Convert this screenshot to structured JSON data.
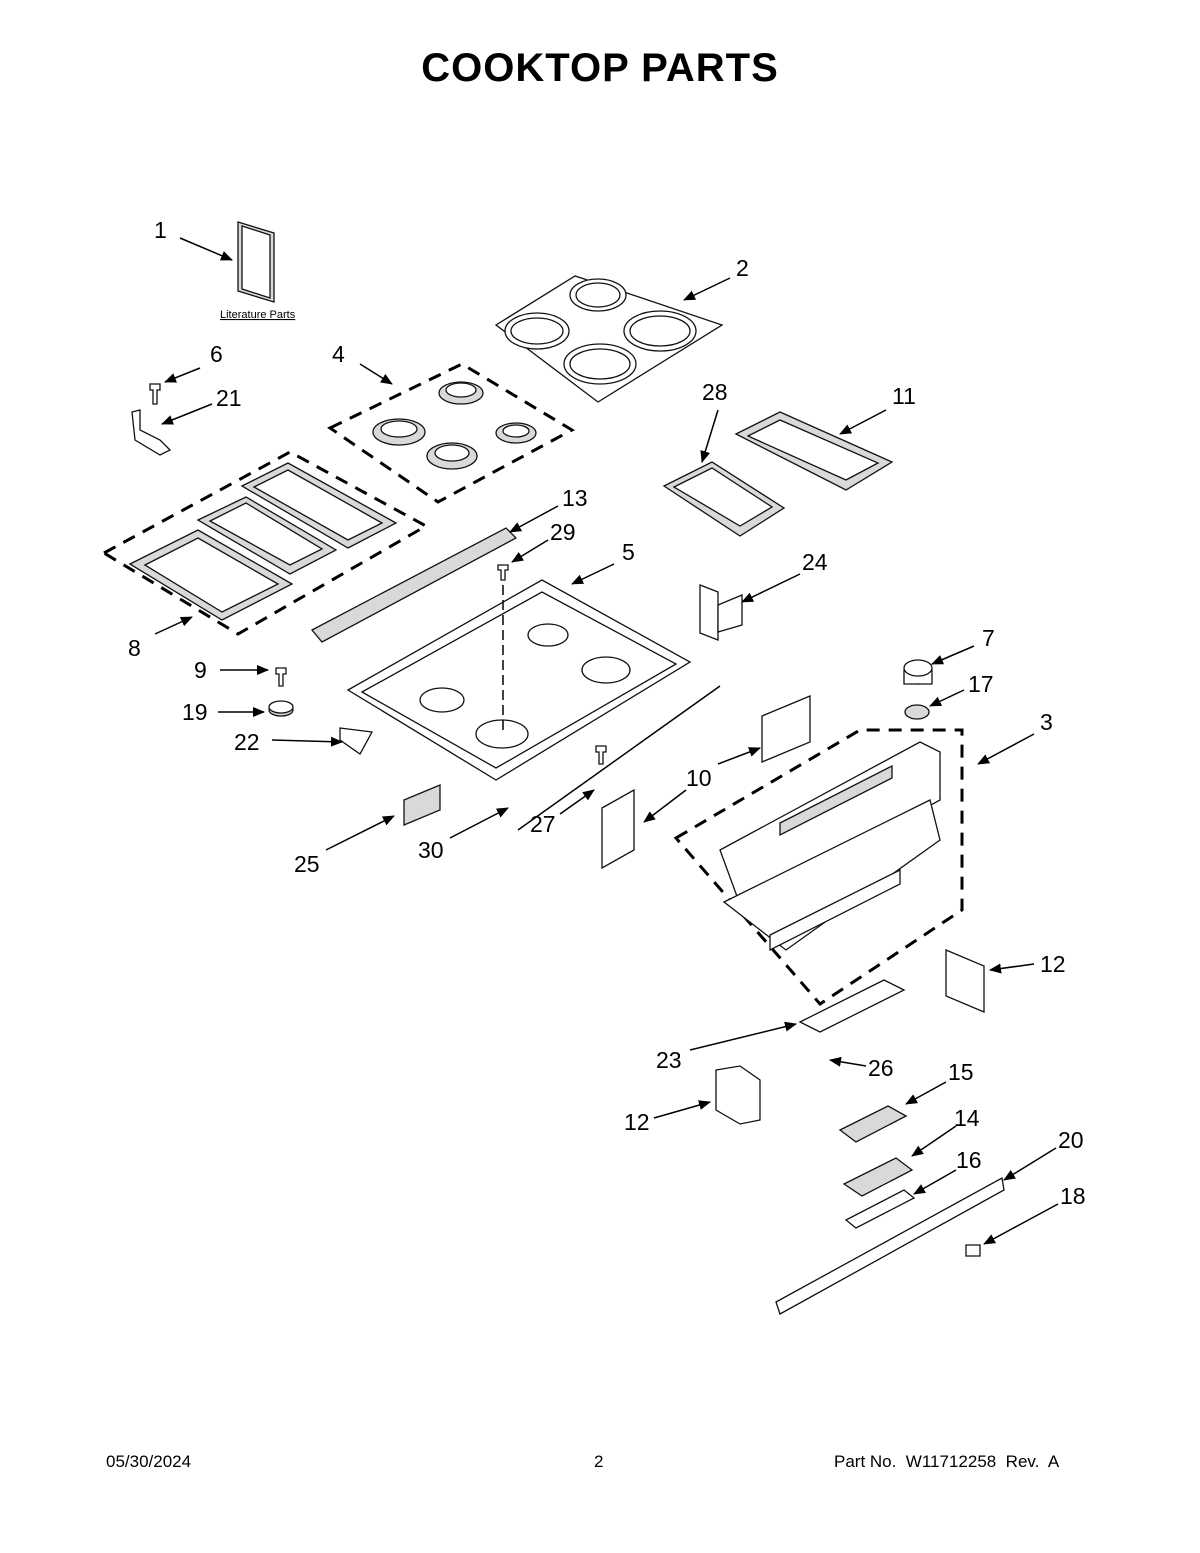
{
  "title": "COOKTOP PARTS",
  "literature_label": "Literature Parts",
  "footer": {
    "date": "05/30/2024",
    "page": "2",
    "part_no": "Part No.  W11712258  Rev.  A"
  },
  "callouts": [
    "1",
    "2",
    "3",
    "4",
    "5",
    "6",
    "7",
    "8",
    "9",
    "10",
    "10",
    "11",
    "12",
    "12",
    "13",
    "14",
    "15",
    "16",
    "17",
    "18",
    "19",
    "20",
    "21",
    "22",
    "23",
    "24",
    "25",
    "26",
    "27",
    "28",
    "29",
    "30"
  ]
}
